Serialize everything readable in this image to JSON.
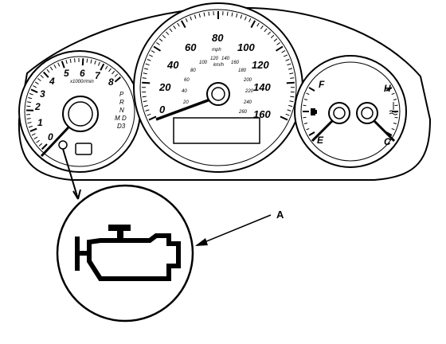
{
  "tach": {
    "numbers": [
      "0",
      "1",
      "2",
      "3",
      "4",
      "5",
      "6",
      "7",
      "8"
    ],
    "unit": "x1000r/min",
    "gears": [
      "P",
      "R",
      "N",
      "D",
      "M",
      "D3"
    ]
  },
  "speedo": {
    "mph_numbers": [
      "0",
      "20",
      "40",
      "60",
      "80",
      "100",
      "120",
      "140",
      "160"
    ],
    "unit_mph": "mph",
    "unit_kmh": "km/h",
    "kmh_numbers": [
      "20",
      "40",
      "60",
      "80",
      "100",
      "120",
      "140",
      "160",
      "180",
      "200",
      "220",
      "240",
      "260"
    ]
  },
  "right_gauges": {
    "fuel_full": "F",
    "fuel_empty": "E",
    "temp_hot": "H",
    "temp_cold": "C"
  },
  "callout": {
    "label": "A"
  },
  "icons": {
    "engine": "check-engine-icon",
    "fuel": "fuel-pump-icon",
    "temp": "coolant-temp-icon"
  }
}
